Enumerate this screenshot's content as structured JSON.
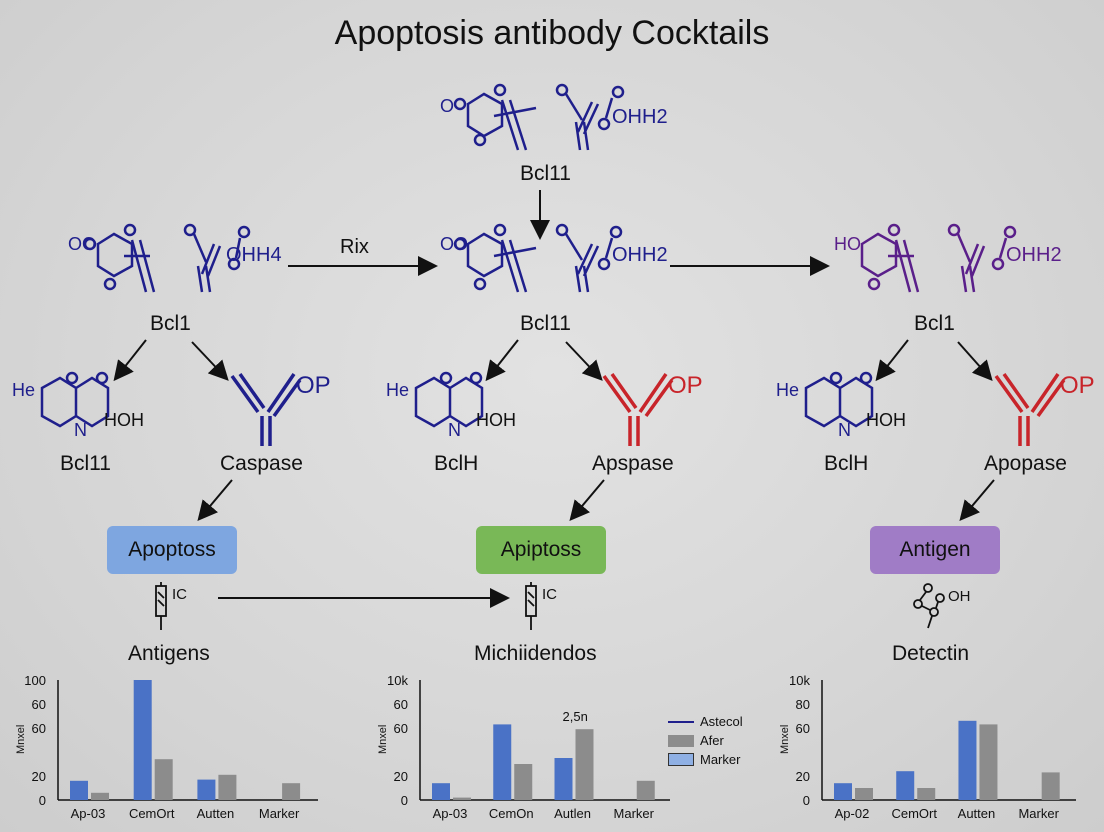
{
  "title": "Apoptosis antibody Cocktails",
  "colors": {
    "navy": "#1f1f8c",
    "purple": "#5a1f8a",
    "red": "#c8242a",
    "blue_box": "#7ea6e0",
    "green_box": "#79b857",
    "purple_box": "#a07cc6",
    "bar_blue": "#4a72c6",
    "bar_gray": "#8c8c8c"
  },
  "molecules": {
    "top": {
      "left": "O",
      "right": "OHH2",
      "label": "Bcl11"
    },
    "row1_left": {
      "left": "OO",
      "right": "OHH4",
      "label": "Bcl1"
    },
    "row1_mid": {
      "left": "OO",
      "right": "OHH2",
      "label": "Bcl11"
    },
    "row1_right": {
      "left": "HO",
      "right": "OHH2",
      "label": "Bcl1"
    }
  },
  "arrow_label": "Rix",
  "row2": [
    {
      "mol_left": "He",
      "mol_right": "HOH",
      "n": "N",
      "mol_label": "Bcl11",
      "ab_label": "Caspase",
      "op": "OP"
    },
    {
      "mol_left": "He",
      "mol_right": "HOH",
      "n": "N",
      "mol_label": "BclH",
      "ab_label": "Apspase",
      "op": "OP"
    },
    {
      "mol_left": "He",
      "mol_right": "HOH",
      "n": "N",
      "mol_label": "BclH",
      "ab_label": "Apopase",
      "op": "OP"
    }
  ],
  "boxes": [
    "Apoptoss",
    "Apiptoss",
    "Antigen"
  ],
  "icons": [
    {
      "name": "syringe-icon",
      "text": "IC"
    },
    {
      "name": "syringe-icon",
      "text": "IC"
    },
    {
      "name": "molecule-icon",
      "text": "OH"
    }
  ],
  "section_labels": [
    "Antigens",
    "Michiidendos",
    "Detectin"
  ],
  "chart_data": [
    {
      "type": "bar",
      "ylabel": "Mnxel",
      "yticks": [
        "100",
        "60",
        "60",
        "20",
        "0"
      ],
      "categories": [
        "Ap-03",
        "CemOrt",
        "Autten",
        "Marker"
      ],
      "series": [
        {
          "values": [
            16,
            100,
            17,
            0
          ]
        },
        {
          "values": [
            6,
            34,
            21,
            14
          ]
        }
      ],
      "ylim": [
        0,
        100
      ]
    },
    {
      "type": "bar",
      "ylabel": "Mnxel",
      "yticks": [
        "10k",
        "60",
        "60",
        "20",
        "0"
      ],
      "categories": [
        "Ap-03",
        "CemOn",
        "Autlen",
        "Marker"
      ],
      "series": [
        {
          "values": [
            14,
            63,
            35,
            0
          ]
        },
        {
          "values": [
            2,
            30,
            59,
            16
          ]
        }
      ],
      "annotation": "2,5n",
      "ylim": [
        0,
        100
      ]
    },
    {
      "type": "bar",
      "ylabel": "Mnxel",
      "yticks": [
        "10k",
        "80",
        "60",
        "20",
        "0"
      ],
      "categories": [
        "Ap-02",
        "CemOrt",
        "Autten",
        "Marker"
      ],
      "series": [
        {
          "values": [
            14,
            24,
            66,
            0
          ]
        },
        {
          "values": [
            10,
            10,
            63,
            23
          ]
        }
      ],
      "ylim": [
        0,
        100
      ]
    }
  ],
  "legend": {
    "items": [
      {
        "label": "Astecol",
        "style": "line"
      },
      {
        "label": "Afer",
        "style": "gray"
      },
      {
        "label": "Marker",
        "style": "blue"
      }
    ]
  }
}
